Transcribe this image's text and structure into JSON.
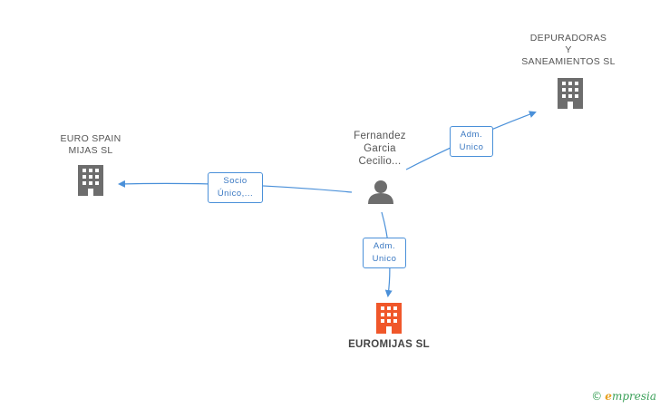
{
  "nodes": {
    "person": {
      "line1": "Fernandez",
      "line2": "Garcia",
      "line3": "Cecilio..."
    },
    "depuradoras": {
      "line1": "DEPURADORAS",
      "line2": "Y",
      "line3": "SANEAMIENTOS SL"
    },
    "euro_spain": {
      "line1": "EURO SPAIN",
      "line2": "MIJAS  SL"
    },
    "euromijas": {
      "name": "EUROMIJAS SL"
    }
  },
  "edges": {
    "to_depuradoras": {
      "line1": "Adm.",
      "line2": "Unico"
    },
    "to_euro_spain": {
      "line1": "Socio",
      "line2": "Único,..."
    },
    "to_euromijas": {
      "line1": "Adm.",
      "line2": "Unico"
    }
  },
  "watermark": {
    "copyright": "©",
    "brand_initial": "e",
    "brand_rest": "mpresia"
  },
  "colors": {
    "edge": "#4a90d9",
    "company": "#6d6d6d",
    "main_company": "#f0572a",
    "person": "#6d6d6d"
  },
  "icons": {
    "person": "person-icon",
    "company": "building-icon"
  }
}
